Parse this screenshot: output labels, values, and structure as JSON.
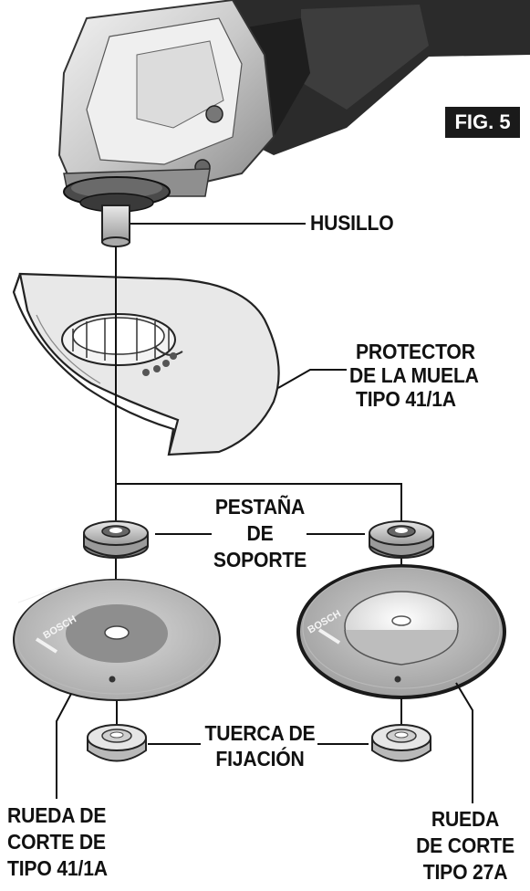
{
  "figure": {
    "badge": "FIG. 5"
  },
  "labels": {
    "spindle": "HUSILLO",
    "guard_line1": "PROTECTOR",
    "guard_line2": "DE LA MUELA",
    "guard_line3": "TIPO 41/1A",
    "flange_line1": "PESTAÑA",
    "flange_line2": "DE",
    "flange_line3": "SOPORTE",
    "nut_line1": "TUERCA DE",
    "nut_line2": "FIJACIÓN",
    "wheel41_line1": "RUEDA DE",
    "wheel41_line2": "CORTE DE",
    "wheel41_line3": "TIPO 41/1A",
    "wheel27_line1": "RUEDA",
    "wheel27_line2": "DE CORTE",
    "wheel27_line3": "TIPO 27A"
  },
  "wheel_brand": "BOSCH"
}
